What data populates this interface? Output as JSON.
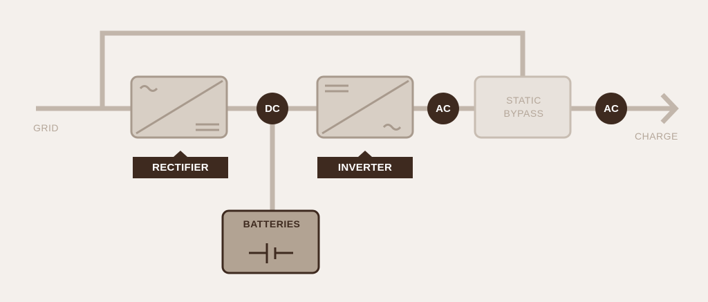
{
  "labels": {
    "grid": "GRID",
    "charge": "CHARGE"
  },
  "blocks": {
    "rectifier": "RECTIFIER",
    "inverter": "INVERTER",
    "static_bypass_line1": "STATIC",
    "static_bypass_line2": "BYPASS",
    "batteries": "BATTERIES"
  },
  "nodes": {
    "dc": "DC",
    "ac_inverter": "AC",
    "ac_output": "AC"
  },
  "colors": {
    "background": "#f4f0ec",
    "line": "#c2b6ab",
    "box_fill": "#d8cfc5",
    "box_stroke": "#a89a8d",
    "bypass_fill": "#e8e2dc",
    "battery_fill": "#b2a393",
    "dark": "#3e2a1f",
    "label": "#b5a79a"
  }
}
